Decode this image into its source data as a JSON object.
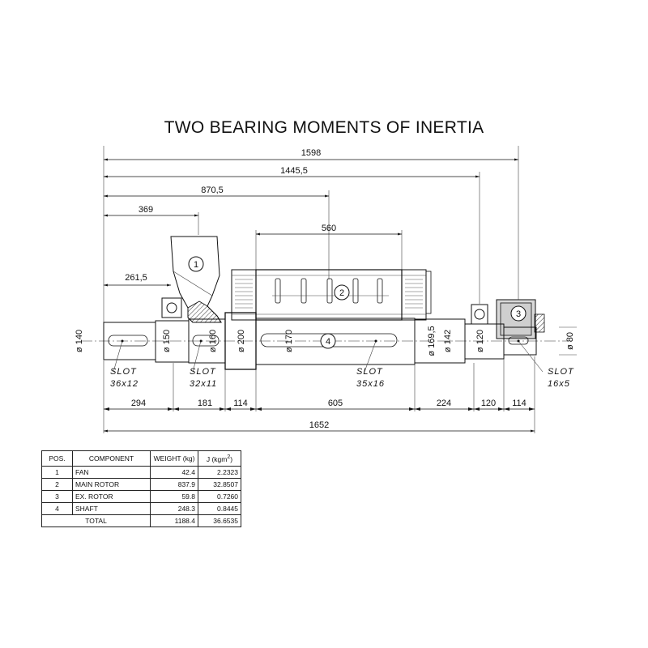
{
  "title": "TWO BEARING MOMENTS OF INERTIA",
  "dimensions": {
    "top": [
      "1598",
      "1445,5",
      "870,5",
      "560",
      "369",
      "261,5"
    ],
    "bottom": [
      "294",
      "181",
      "114",
      "605",
      "224",
      "120",
      "114"
    ],
    "overall": "1652"
  },
  "diameters": [
    "ø 140",
    "ø 150",
    "ø 160",
    "ø 200",
    "ø 170",
    "ø 169,5",
    "ø 142",
    "ø 120",
    "ø 80"
  ],
  "slots": [
    {
      "label": "SLOT",
      "size": "36x12"
    },
    {
      "label": "SLOT",
      "size": "32x11"
    },
    {
      "label": "SLOT",
      "size": "35x16"
    },
    {
      "label": "SLOT",
      "size": "16x5"
    }
  ],
  "balloons": [
    "1",
    "2",
    "3",
    "4"
  ],
  "table": {
    "headers": {
      "pos": "POS.",
      "component": "COMPONENT",
      "weight": "WEIGHT (kg)",
      "j": "J (kgm",
      "j_sup": "2",
      "j_close": ")"
    },
    "rows": [
      {
        "pos": "1",
        "component": "FAN",
        "weight": "42.4",
        "j": "2.2323"
      },
      {
        "pos": "2",
        "component": "MAIN ROTOR",
        "weight": "837.9",
        "j": "32.8507"
      },
      {
        "pos": "3",
        "component": "EX. ROTOR",
        "weight": "59.8",
        "j": "0.7260"
      },
      {
        "pos": "4",
        "component": "SHAFT",
        "weight": "248.3",
        "j": "0.8445"
      }
    ],
    "total": {
      "label": "TOTAL",
      "weight": "1188.4",
      "j": "36.6535"
    }
  }
}
